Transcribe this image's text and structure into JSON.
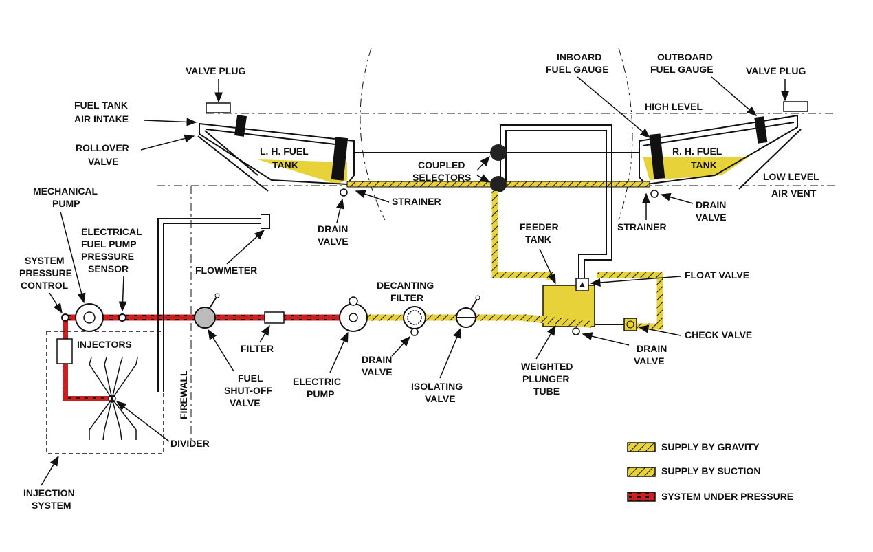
{
  "labels": {
    "valve_plug_left": "VALVE PLUG",
    "fuel_tank_air_intake_1": "FUEL TANK",
    "fuel_tank_air_intake_2": "AIR INTAKE",
    "rollover_valve_1": "ROLLOVER",
    "rollover_valve_2": "VALVE",
    "lh_fuel_tank_1": "L. H. FUEL",
    "lh_fuel_tank_2": "TANK",
    "coupled_selectors_1": "COUPLED",
    "coupled_selectors_2": "SELECTORS",
    "inboard_fuel_gauge_1": "INBOARD",
    "inboard_fuel_gauge_2": "FUEL GAUGE",
    "outboard_fuel_gauge_1": "OUTBOARD",
    "outboard_fuel_gauge_2": "FUEL GAUGE",
    "valve_plug_right": "VALVE PLUG",
    "high_level": "HIGH LEVEL",
    "rh_fuel_tank_1": "R. H. FUEL",
    "rh_fuel_tank_2": "TANK",
    "low_level": "LOW LEVEL",
    "air_vent": "AIR VENT",
    "mechanical_pump_1": "MECHANICAL",
    "mechanical_pump_2": "PUMP",
    "strainer_left": "STRAINER",
    "drain_valve_left_1": "DRAIN",
    "drain_valve_left_2": "VALVE",
    "drain_valve_right_1": "DRAIN",
    "drain_valve_right_2": "VALVE",
    "strainer_right": "STRAINER",
    "electrical_fuel_pump_1": "ELECTRICAL",
    "electrical_fuel_pump_2": "FUEL PUMP",
    "electrical_fuel_pump_3": "PRESSURE",
    "electrical_fuel_pump_4": "SENSOR",
    "feeder_tank_1": "FEEDER",
    "feeder_tank_2": "TANK",
    "system_pressure_control_1": "SYSTEM",
    "system_pressure_control_2": "PRESSURE",
    "system_pressure_control_3": "CONTROL",
    "flowmeter": "FLOWMETER",
    "float_valve": "FLOAT VALVE",
    "decanting_filter_1": "DECANTING",
    "decanting_filter_2": "FILTER",
    "injectors": "INJECTORS",
    "filter": "FILTER",
    "check_valve": "CHECK VALVE",
    "drain_valve_feeder_1": "DRAIN",
    "drain_valve_feeder_2": "VALVE",
    "drain_valve_decant_1": "DRAIN",
    "drain_valve_decant_2": "VALVE",
    "weighted_plunger_tube_1": "WEIGHTED",
    "weighted_plunger_tube_2": "PLUNGER",
    "weighted_plunger_tube_3": "TUBE",
    "fuel_shutoff_valve_1": "FUEL",
    "fuel_shutoff_valve_2": "SHUT-OFF",
    "fuel_shutoff_valve_3": "VALVE",
    "electric_pump_1": "ELECTRIC",
    "electric_pump_2": "PUMP",
    "isolating_valve_1": "ISOLATING",
    "isolating_valve_2": "VALVE",
    "firewall": "FIREWALL",
    "divider": "DIVIDER",
    "injection_system_1": "INJECTION",
    "injection_system_2": "SYSTEM"
  },
  "legend": [
    {
      "label": "SUPPLY BY GRAVITY",
      "style": "gravity"
    },
    {
      "label": "SUPPLY BY SUCTION",
      "style": "suction"
    },
    {
      "label": "SYSTEM UNDER PRESSURE",
      "style": "pressure"
    }
  ],
  "colors": {
    "fuel_yellow": "#e8d23a",
    "pressure_red": "#cc2020",
    "line_black": "#111111"
  }
}
